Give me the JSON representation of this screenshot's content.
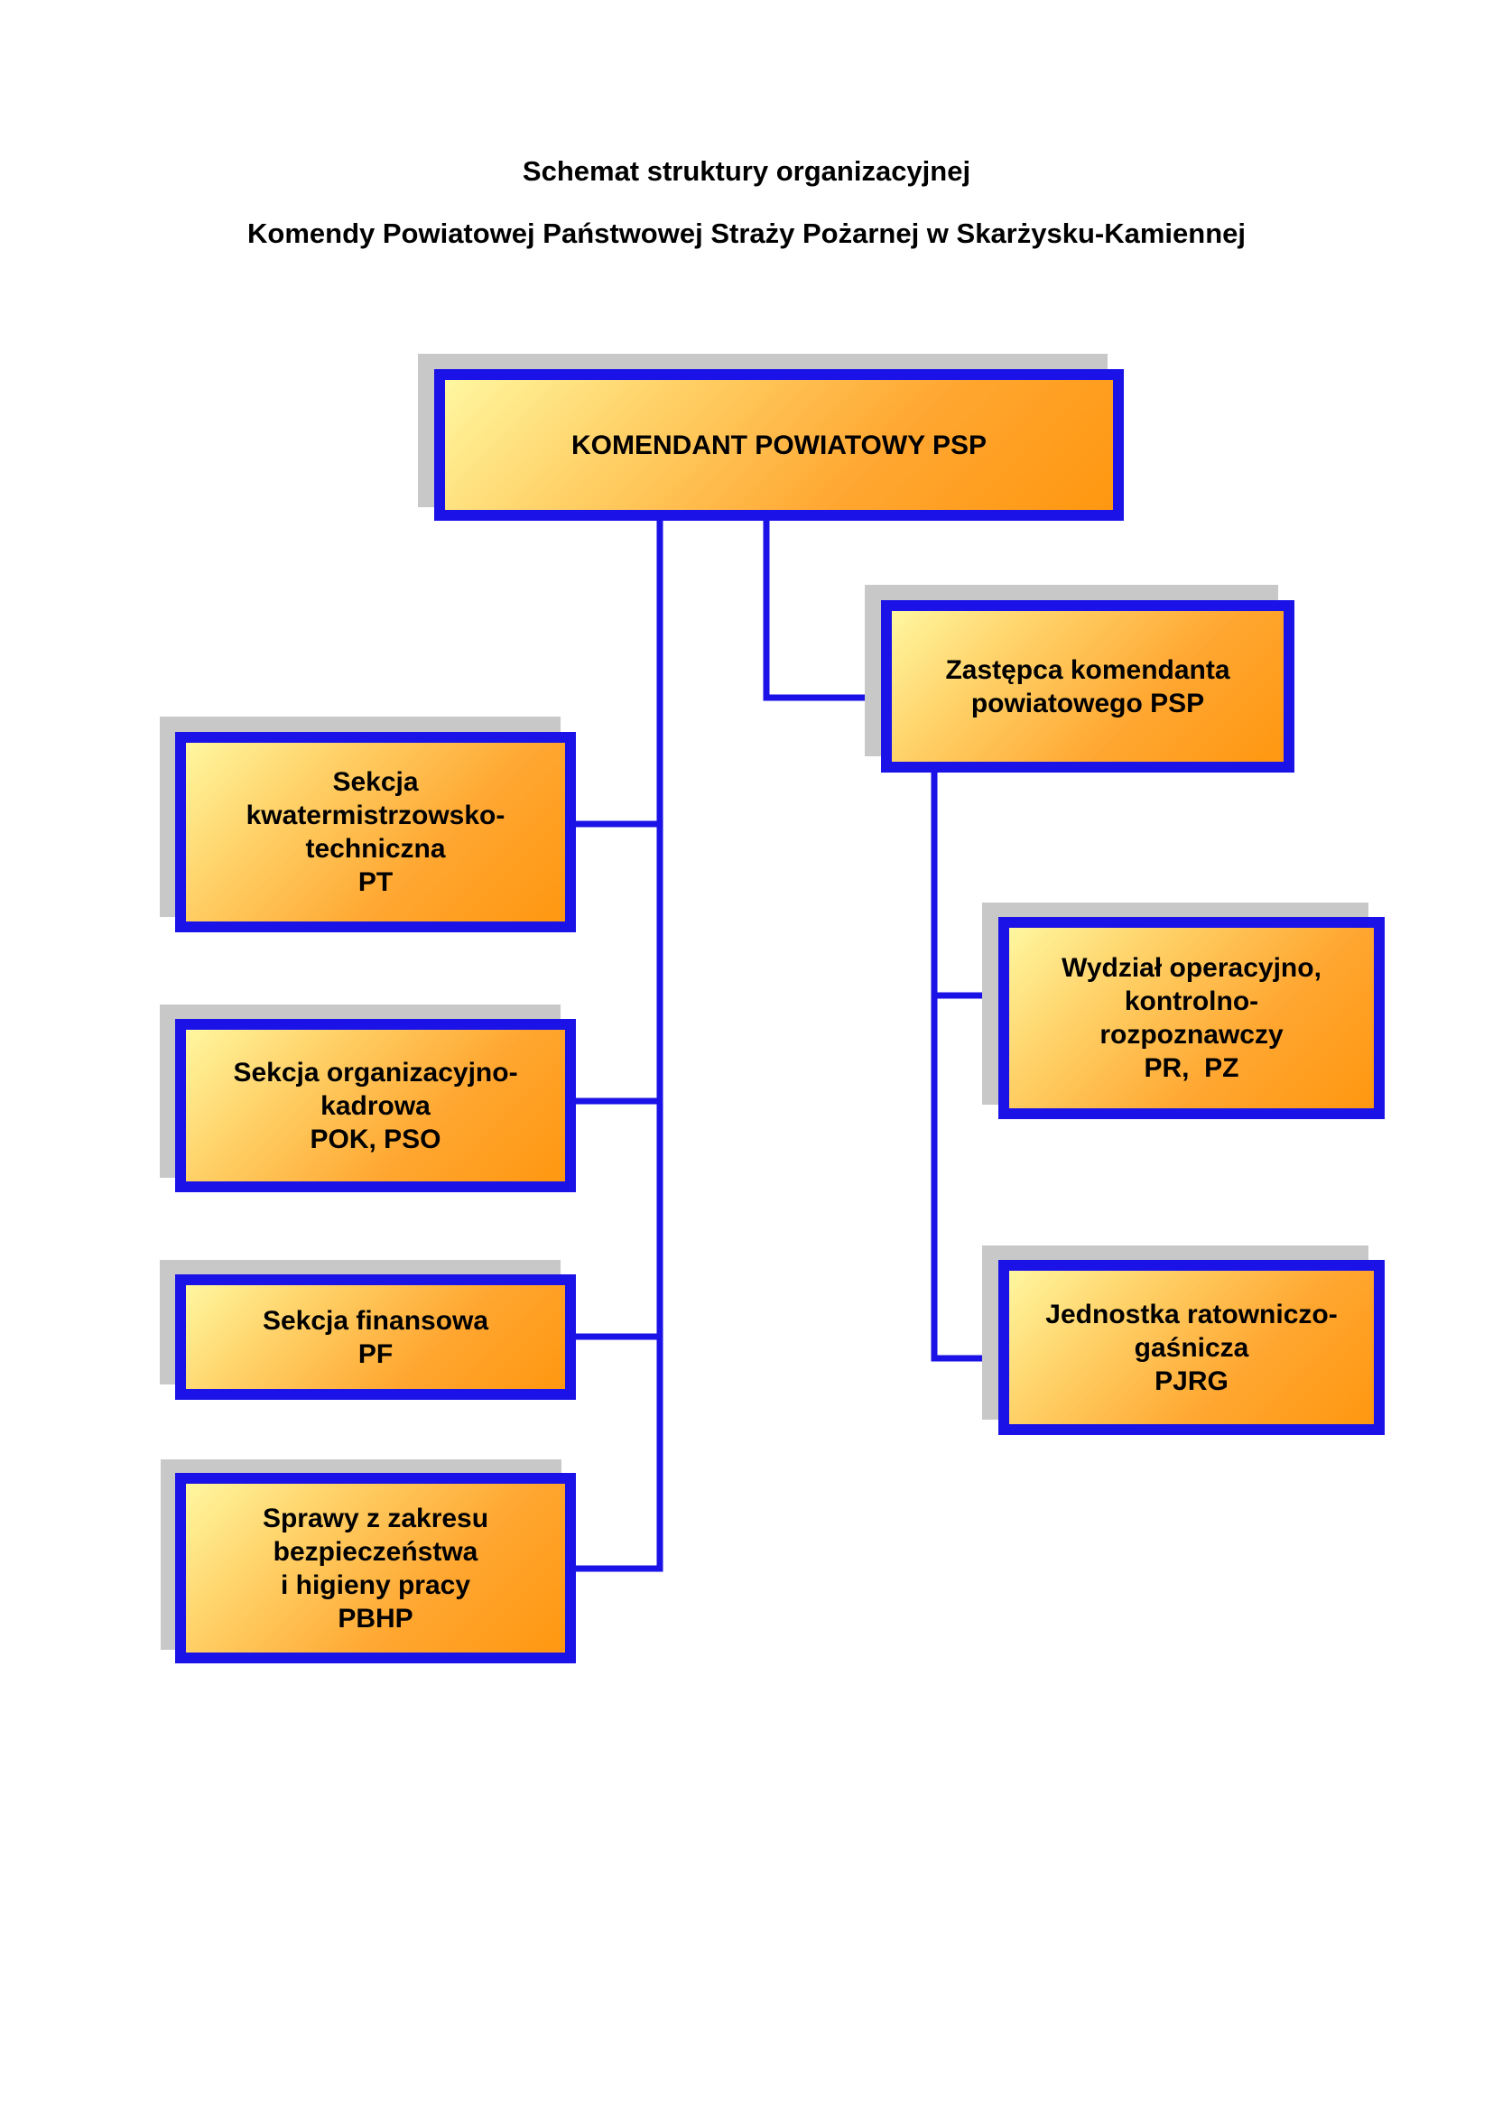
{
  "header": {
    "title_line1": "Schemat struktury organizacyjnej",
    "title_line2": "Komendy Powiatowej Państwowej Straży Pożarnej w Skarżysku-Kamiennej"
  },
  "chart": {
    "komendant": {
      "lines": [
        "KOMENDANT POWIATOWY PSP"
      ]
    },
    "zastepca": {
      "lines": [
        "Zastępca komendanta",
        "powiatowego PSP"
      ]
    },
    "left_units": [
      {
        "lines": [
          "Sekcja",
          "kwatermistrzowsko-",
          "techniczna",
          "PT"
        ]
      },
      {
        "lines": [
          "Sekcja organizacyjno-",
          "kadrowa",
          "POK, PSO"
        ]
      },
      {
        "lines": [
          "Sekcja finansowa",
          "PF"
        ]
      },
      {
        "lines": [
          "Sprawy z zakresu",
          "bezpieczeństwa",
          "i higieny pracy",
          "PBHP"
        ]
      }
    ],
    "right_units": [
      {
        "lines": [
          "Wydział operacyjno,",
          "kontrolno-",
          "rozpoznawczy",
          "PR,  PZ"
        ]
      },
      {
        "lines": [
          "Jednostka ratowniczo-",
          "gaśnicza",
          "PJRG"
        ]
      }
    ]
  },
  "colors": {
    "border": "#1a12e6",
    "connector": "#1a12e6",
    "shadow": "#c8c8c8",
    "fill_light": "#fff7a0",
    "fill_dark": "#ff9710"
  }
}
